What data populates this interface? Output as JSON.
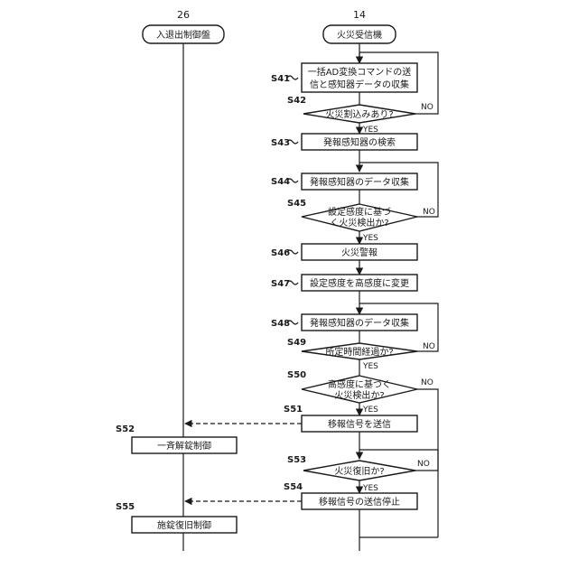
{
  "panels": {
    "left": {
      "ref": "26",
      "title": "入退出制御盤"
    },
    "right": {
      "ref": "14",
      "title": "火災受信機"
    }
  },
  "steps": {
    "s41": {
      "id": "S41",
      "line1": "一括AD変換コマンドの送",
      "line2": "信と感知器データの収集"
    },
    "s42": {
      "id": "S42",
      "label": "火災割込みあり?",
      "no": "NO",
      "yes": "YES"
    },
    "s43": {
      "id": "S43",
      "label": "発報感知器の検索"
    },
    "s44": {
      "id": "S44",
      "label": "発報感知器のデータ収集"
    },
    "s45": {
      "id": "S45",
      "line1": "設定感度に基づ",
      "line2": "く火災検出か?",
      "no": "NO",
      "yes": "YES"
    },
    "s46": {
      "id": "S46",
      "label": "火災警報"
    },
    "s47": {
      "id": "S47",
      "label": "設定感度を高感度に変更"
    },
    "s48": {
      "id": "S48",
      "label": "発報感知器のデータ収集"
    },
    "s49": {
      "id": "S49",
      "label": "所定時間経過か?",
      "no": "NO",
      "yes": "YES"
    },
    "s50": {
      "id": "S50",
      "line1": "高感度に基づく",
      "line2": "火災検出か?",
      "no": "NO",
      "yes": "YES"
    },
    "s51": {
      "id": "S51",
      "label": "移報信号を送信"
    },
    "s52": {
      "id": "S52",
      "label": "一斉解錠制御"
    },
    "s53": {
      "id": "S53",
      "label": "火災復旧か?",
      "no": "NO",
      "yes": "YES"
    },
    "s54": {
      "id": "S54",
      "label": "移報信号の送信停止"
    },
    "s55": {
      "id": "S55",
      "label": "施錠復旧制御"
    }
  }
}
